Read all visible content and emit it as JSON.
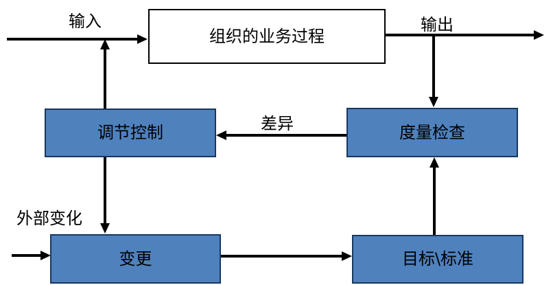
{
  "diagram": {
    "type": "flowchart",
    "description": "Feedback control loop of an organizational business process",
    "nodes": {
      "process": {
        "label": "组织的业务过程"
      },
      "regulate": {
        "label": "调节控制"
      },
      "measure": {
        "label": "度量检查"
      },
      "change": {
        "label": "变更"
      },
      "target": {
        "label": "目标\\标准"
      }
    },
    "edge_labels": {
      "input": "输入",
      "output": "输出",
      "difference": "差异",
      "external_change": "外部变化"
    },
    "edges": [
      {
        "from": "external-input",
        "to": "process",
        "label": "输入"
      },
      {
        "from": "regulate",
        "to": "input-line",
        "label": ""
      },
      {
        "from": "process",
        "to": "external-output",
        "label": "输出"
      },
      {
        "from": "output-line",
        "to": "measure",
        "label": ""
      },
      {
        "from": "measure",
        "to": "regulate",
        "label": "差异"
      },
      {
        "from": "regulate",
        "to": "change",
        "label": ""
      },
      {
        "from": "external-change",
        "to": "change",
        "label": "外部变化"
      },
      {
        "from": "change",
        "to": "target",
        "label": ""
      },
      {
        "from": "target",
        "to": "measure",
        "label": ""
      }
    ],
    "colors": {
      "node_fill": "#4f81bd",
      "node_border": "#17375e",
      "arrow": "#000000",
      "process_fill": "#ffffff",
      "process_border": "#000000",
      "text": "#000000",
      "background": "#ffffff"
    }
  }
}
